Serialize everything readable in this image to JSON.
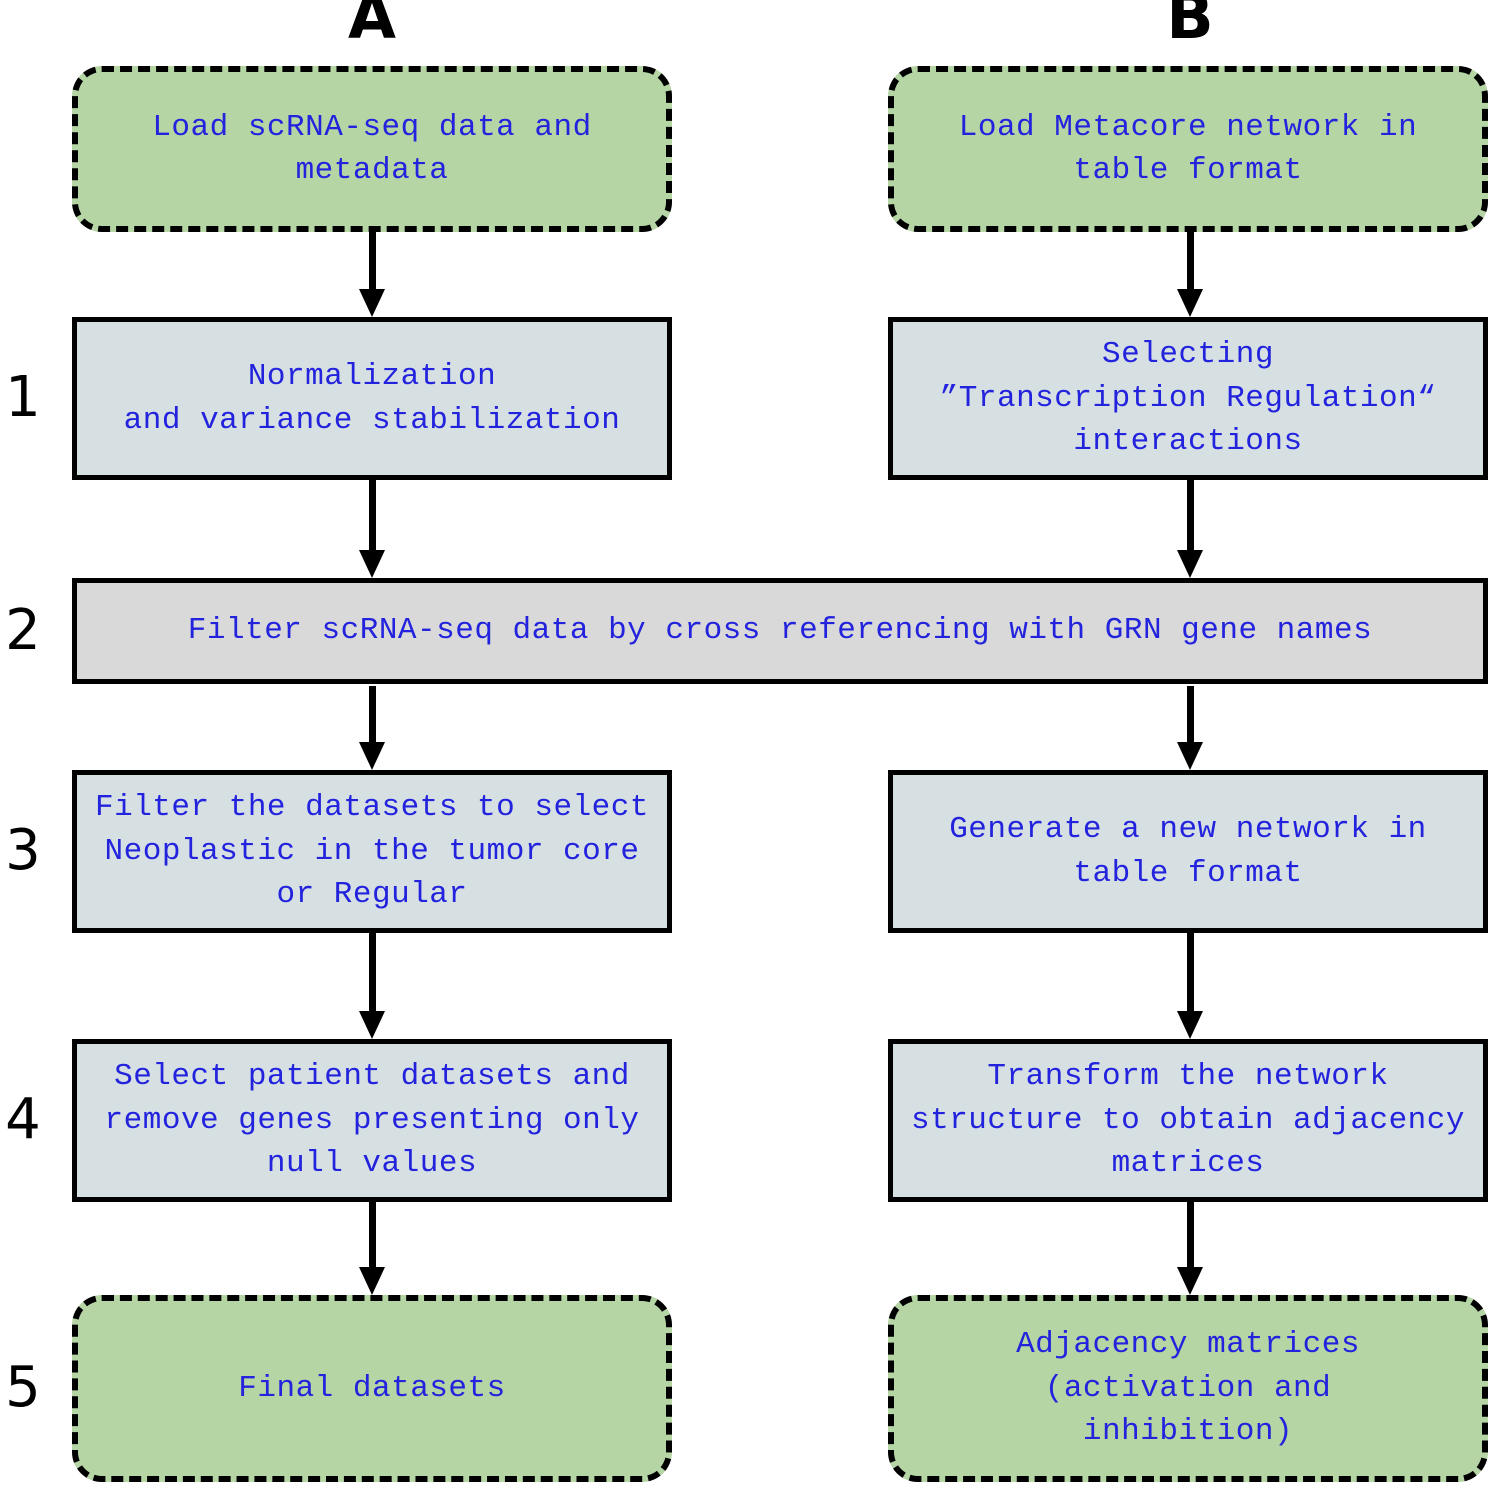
{
  "diagram": {
    "row_numbers": [
      "1",
      "2",
      "3",
      "4",
      "5"
    ],
    "column_a": {
      "label": "A",
      "load": "Load scRNA-seq data and\nmetadata",
      "step1": "Normalization\nand variance stabilization",
      "step3": "Filter the datasets to select\nNeoplastic in the tumor core\nor Regular",
      "step4": "Select patient datasets and\nremove genes presenting only\nnull values",
      "step5": "Final datasets"
    },
    "column_b": {
      "label": "B",
      "load": "Load Metacore network in\ntable format",
      "step1": "Selecting\n”Transcription Regulation“\ninteractions",
      "step3": "Generate a new network in\ntable format",
      "step4": "Transform the network\nstructure to obtain adjacency\nmatrices",
      "step5": "Adjacency matrices\n(activation and\ninhibition)"
    },
    "step2_shared": "Filter scRNA-seq data by cross referencing with GRN gene names",
    "colors": {
      "terminal_fill": "#b5d5a5",
      "process_fill": "#d6e0e3",
      "shared_fill": "#d9d9d9",
      "text": "#2323dd",
      "border": "#000000"
    }
  }
}
